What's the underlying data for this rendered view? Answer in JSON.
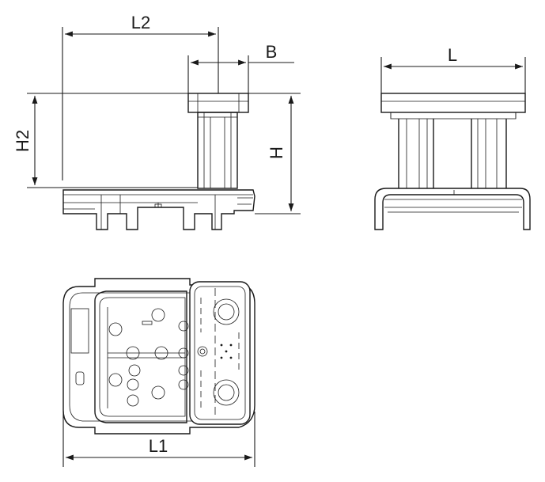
{
  "labels": {
    "l2": "L2",
    "b": "B",
    "l": "L",
    "h2": "H2",
    "h": "H",
    "l1": "L1"
  },
  "colors": {
    "line": "#1a1a1a",
    "background": "#ffffff"
  }
}
